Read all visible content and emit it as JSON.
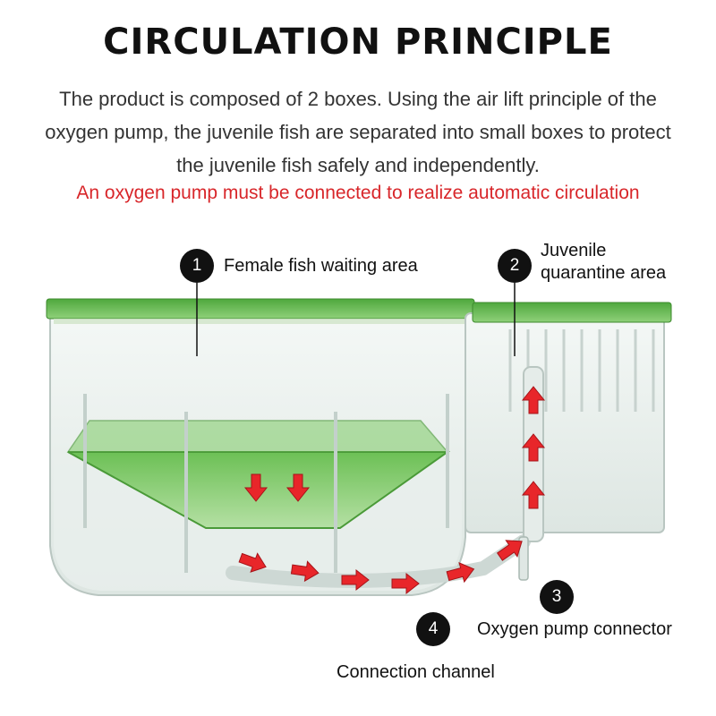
{
  "title": "CIRCULATION PRINCIPLE",
  "description": "The product is composed of 2 boxes. Using the air lift principle of the oxygen pump, the juvenile fish are separated into small boxes to protect the juvenile fish safely and independently.",
  "warning": "An oxygen pump must be connected to realize automatic circulation",
  "callouts": [
    {
      "number": "1",
      "label": "Female fish waiting area"
    },
    {
      "number": "2",
      "label_line1": "Juvenile",
      "label_line2": "quarantine area"
    },
    {
      "number": "3",
      "label": "Oxygen pump connector"
    },
    {
      "number": "4",
      "label": "Connection channel"
    }
  ],
  "colors": {
    "accent_green": "#5fb54a",
    "arrow_red": "#e8262a",
    "warning_red": "#d8262a"
  }
}
